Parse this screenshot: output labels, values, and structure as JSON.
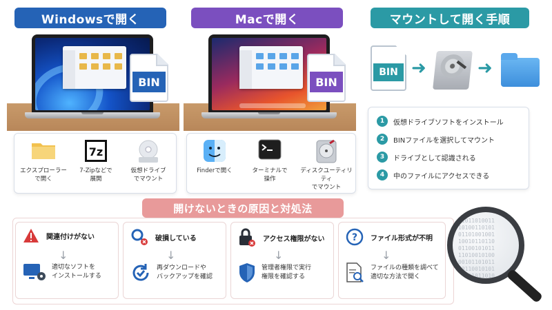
{
  "headers": {
    "windows": "Windowsで開く",
    "mac": "Macで開く",
    "mount": "マウントして開く手順",
    "trouble": "開けないときの原因と対処法"
  },
  "bin_label": "BIN",
  "windows_options": [
    {
      "label": "エクスプローラー\nで開く",
      "icon": "folder-icon"
    },
    {
      "label": "7-Zipなどで\n展開",
      "icon": "7zip-icon"
    },
    {
      "label": "仮想ドライブ\nでマウント",
      "icon": "disc-drive-icon"
    }
  ],
  "mac_options": [
    {
      "label": "Finderで開く",
      "icon": "finder-icon"
    },
    {
      "label": "ターミナルで\n操作",
      "icon": "terminal-icon"
    },
    {
      "label": "ディスクユーティリティ\nでマウント",
      "icon": "disk-utility-icon"
    }
  ],
  "mount_steps": [
    {
      "num": "1",
      "text": "仮想ドライブソフトをインストール"
    },
    {
      "num": "2",
      "text": "BINファイルを選択してマウント"
    },
    {
      "num": "3",
      "text": "ドライブとして認識される"
    },
    {
      "num": "4",
      "text": "中のファイルにアクセスできる"
    }
  ],
  "troubles": [
    {
      "title": "関連付けがない",
      "fix": "適切なソフトを\nインストールする",
      "icon": "warning-icon",
      "fix_icon": "monitor-gear-icon"
    },
    {
      "title": "破損している",
      "fix": "再ダウンロードや\nバックアップを確認",
      "icon": "search-error-icon",
      "fix_icon": "refresh-check-icon"
    },
    {
      "title": "アクセス権限がない",
      "fix": "管理者権限で実行\n権限を確認する",
      "icon": "lock-error-icon",
      "fix_icon": "shield-icon"
    },
    {
      "title": "ファイル形式が不明",
      "fix": "ファイルの種類を調べて\n適切な方法で開く",
      "icon": "question-icon",
      "fix_icon": "file-search-icon"
    }
  ],
  "colors": {
    "windows": "#2563b6",
    "mac": "#7b4fbf",
    "mount": "#2b9aa5",
    "trouble": "#e89a9a"
  }
}
